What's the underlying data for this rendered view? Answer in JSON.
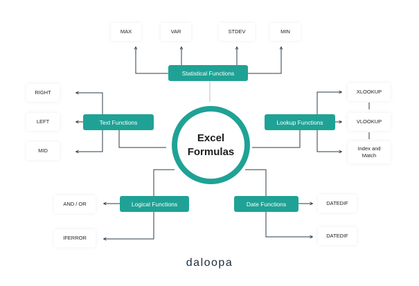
{
  "center": {
    "line1": "Excel",
    "line2": "Formulas"
  },
  "branches": {
    "statistical": {
      "label": "Statistical Functions",
      "items": [
        "MAX",
        "VAR",
        "STDEV",
        "MIN"
      ]
    },
    "text": {
      "label": "Text Functions",
      "items": [
        "RIGHT",
        "LEFT",
        "MID"
      ]
    },
    "lookup": {
      "label": "Lookup Functions",
      "items": [
        "XLOOKUP",
        "VLOOKUP",
        "Index and\nMatch"
      ]
    },
    "logical": {
      "label": "Logical Functions",
      "items": [
        "AND / OR",
        "IFERROR"
      ]
    },
    "date": {
      "label": "Date Functions",
      "items": [
        "DATEDIF",
        "DATEDIF"
      ]
    }
  },
  "brand": "daloopa",
  "colors": {
    "accent": "#1fa295",
    "line": "#2a3a4a"
  }
}
